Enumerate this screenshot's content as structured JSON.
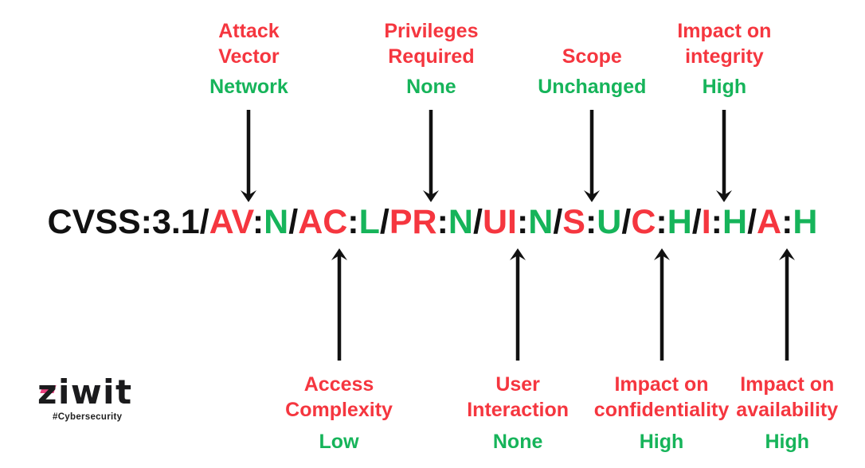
{
  "colors": {
    "red": "#f5363f",
    "green": "#16b45a",
    "black": "#111111",
    "pink": "#ee4181"
  },
  "vector": {
    "prefix": "CVSS:3.1/",
    "colon": ":",
    "separator": "/",
    "full_string": "CVSS:3.1/AV:N/AC:L/PR:N/UI:N/S:U/C:H/I:H/A:H",
    "metrics": [
      {
        "key": "AV",
        "value": "N"
      },
      {
        "key": "AC",
        "value": "L"
      },
      {
        "key": "PR",
        "value": "N"
      },
      {
        "key": "UI",
        "value": "N"
      },
      {
        "key": "S",
        "value": "U"
      },
      {
        "key": "C",
        "value": "H"
      },
      {
        "key": "I",
        "value": "H"
      },
      {
        "key": "A",
        "value": "H"
      }
    ]
  },
  "annotations": [
    {
      "metric": "AV",
      "side": "top",
      "title": "Attack\nVector",
      "value": "Network"
    },
    {
      "metric": "AC",
      "side": "bottom",
      "title": "Access\nComplexity",
      "value": "Low"
    },
    {
      "metric": "PR",
      "side": "top",
      "title": "Privileges\nRequired",
      "value": "None"
    },
    {
      "metric": "UI",
      "side": "bottom",
      "title": "User\nInteraction",
      "value": "None"
    },
    {
      "metric": "S",
      "side": "top",
      "title": "Scope",
      "value": "Unchanged"
    },
    {
      "metric": "C",
      "side": "bottom",
      "title": "Impact on\nconfidentiality",
      "value": "High"
    },
    {
      "metric": "I",
      "side": "top",
      "title": "Impact on\nintegrity",
      "value": "High"
    },
    {
      "metric": "A",
      "side": "bottom",
      "title": "Impact on\navailability",
      "value": "High"
    }
  ],
  "logo": {
    "wordmark": "ziwit",
    "tagline": "#Cybersecurity"
  }
}
